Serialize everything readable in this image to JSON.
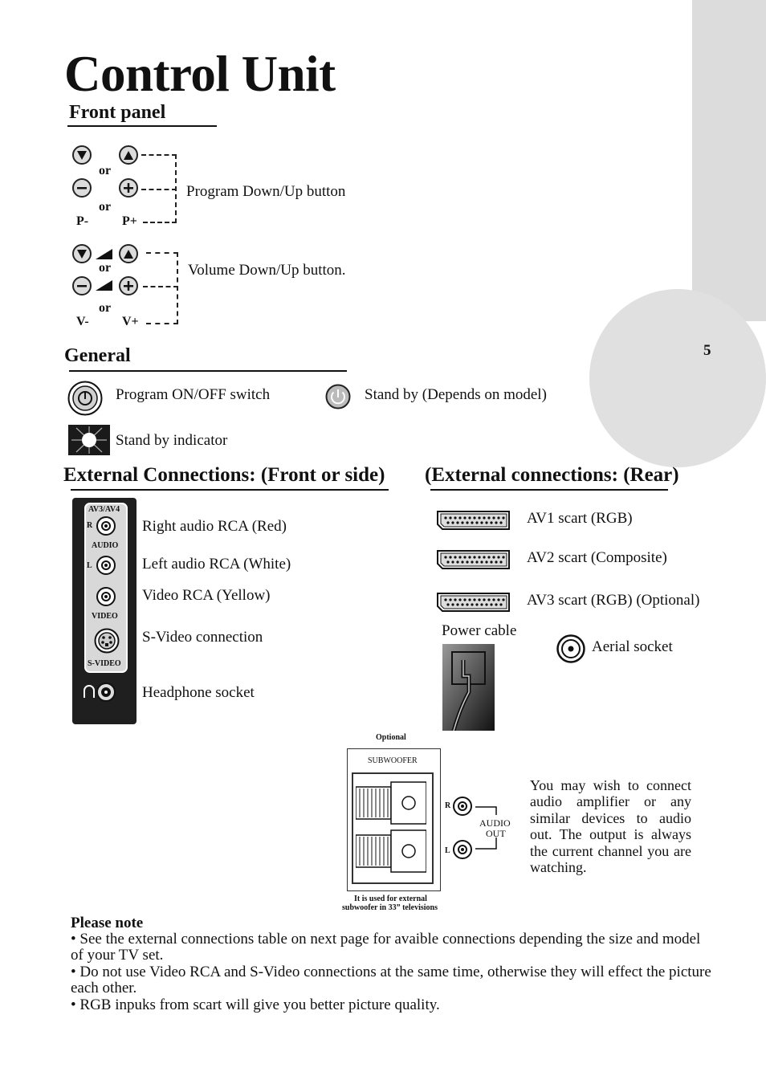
{
  "page": {
    "title": "Control Unit",
    "page_number": "5"
  },
  "front_panel": {
    "heading": "Front panel",
    "or_label": "or",
    "program_minus": "P-",
    "program_plus": "P+",
    "program_label": "Program Down/Up button",
    "volume_minus": "V-",
    "volume_plus": "V+",
    "volume_label": "Volume Down/Up button.",
    "icons": [
      "down-arrow-icon",
      "up-arrow-icon",
      "minus-icon",
      "plus-icon",
      "volume-ramp-icon"
    ]
  },
  "general": {
    "heading": "General",
    "power_switch_label": "Program ON/OFF switch",
    "standby_label": "Stand by (Depends on model)",
    "standby_indicator_label": "Stand by indicator"
  },
  "external_front": {
    "heading": "External Connections: (Front or side)",
    "panel_title": "AV3/AV4",
    "r_marker": "R",
    "l_marker": "L",
    "audio_tag": "AUDIO",
    "video_tag": "VIDEO",
    "svideo_tag": "S-VIDEO",
    "items": [
      "Right audio RCA (Red)",
      "Left audio RCA (White)",
      "Video RCA (Yellow)",
      "S-Video connection",
      "Headphone socket"
    ]
  },
  "external_rear": {
    "heading": "(External connections: (Rear)",
    "scarts": [
      "AV1 scart (RGB)",
      "AV2 scart (Composite)",
      "AV3 scart (RGB) (Optional)"
    ],
    "power_cable": "Power cable",
    "aerial": "Aerial socket"
  },
  "subwoofer": {
    "optional": "Optional",
    "label": "SUBWOOFER",
    "r_marker": "R",
    "l_marker": "L",
    "audio_out_1": "AUDIO",
    "audio_out_2": "OUT",
    "caption_1": "It is used for external",
    "caption_2": "subwoofer in 33” televisions",
    "paragraph": "You may wish to connect audio amplifier or any similar devices to audio out. The output is always the current channel you are watching."
  },
  "note": {
    "heading": "Please note",
    "items": [
      "• See the external connections table on next page for avaible connections depending the size and model of your TV set.",
      "• Do not use Video RCA and S-Video connections at the same time, otherwise they will effect the picture each other.",
      "• RGB inpuks from scart will give you better picture quality."
    ]
  },
  "colors": {
    "side_tab": "#dcdcdc",
    "panel": "#1f1f1f",
    "button_fill": "#dcdcdc"
  }
}
